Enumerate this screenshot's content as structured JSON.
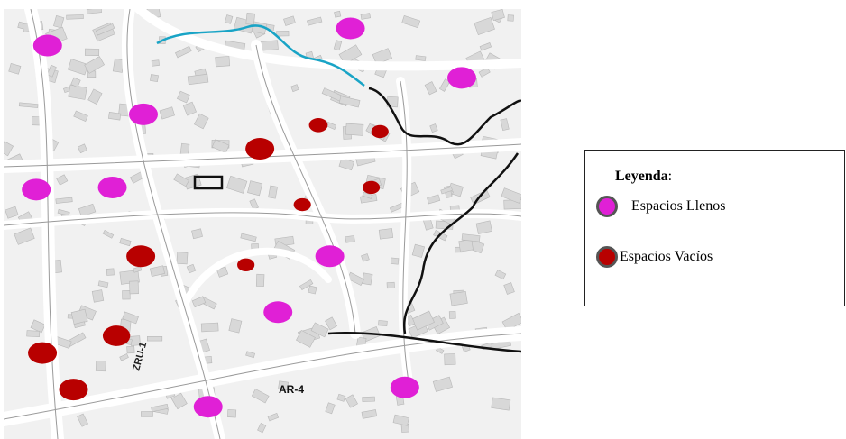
{
  "map": {
    "road_labels": [
      "ZRU-1",
      "AR-4"
    ],
    "full_spaces": [
      [
        0.085,
        0.085
      ],
      [
        0.67,
        0.045
      ],
      [
        0.885,
        0.16
      ],
      [
        0.27,
        0.245
      ],
      [
        0.063,
        0.42
      ],
      [
        0.21,
        0.415
      ],
      [
        0.63,
        0.575
      ],
      [
        0.53,
        0.705
      ],
      [
        0.775,
        0.88
      ],
      [
        0.395,
        0.925
      ]
    ],
    "empty_spaces": [
      [
        0.608,
        0.27,
        0.65
      ],
      [
        0.727,
        0.285,
        0.6
      ],
      [
        0.495,
        0.325,
        1
      ],
      [
        0.71,
        0.415,
        0.6
      ],
      [
        0.577,
        0.455,
        0.6
      ],
      [
        0.265,
        0.575,
        1
      ],
      [
        0.468,
        0.595,
        0.6
      ],
      [
        0.218,
        0.76,
        0.95
      ],
      [
        0.075,
        0.8,
        1
      ],
      [
        0.135,
        0.885,
        1
      ]
    ]
  },
  "legend": {
    "title": "Leyenda",
    "title_suffix": ":",
    "items": [
      {
        "label": "Espacios Llenos",
        "color": "#e020d6"
      },
      {
        "label": "Espacios Vacíos",
        "color": "#b80000"
      }
    ]
  }
}
